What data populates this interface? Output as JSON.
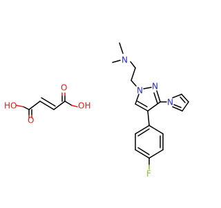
{
  "atom_colors": {
    "N": "#2a2ad6",
    "O": "#e0201a",
    "F": "#7fbf2a",
    "C": "#000000"
  },
  "fumaric_acid": {
    "labels": {
      "ho_left": "HO",
      "o_left": "O",
      "o_right_top": "O",
      "oh_right": "OH"
    }
  },
  "main_molecule": {
    "labels": {
      "n_dimethyl": "N",
      "n_pyrazole_1": "N",
      "n_pyrazole_2": "N",
      "n_pyrrole": "N",
      "fluorine": "F"
    }
  }
}
